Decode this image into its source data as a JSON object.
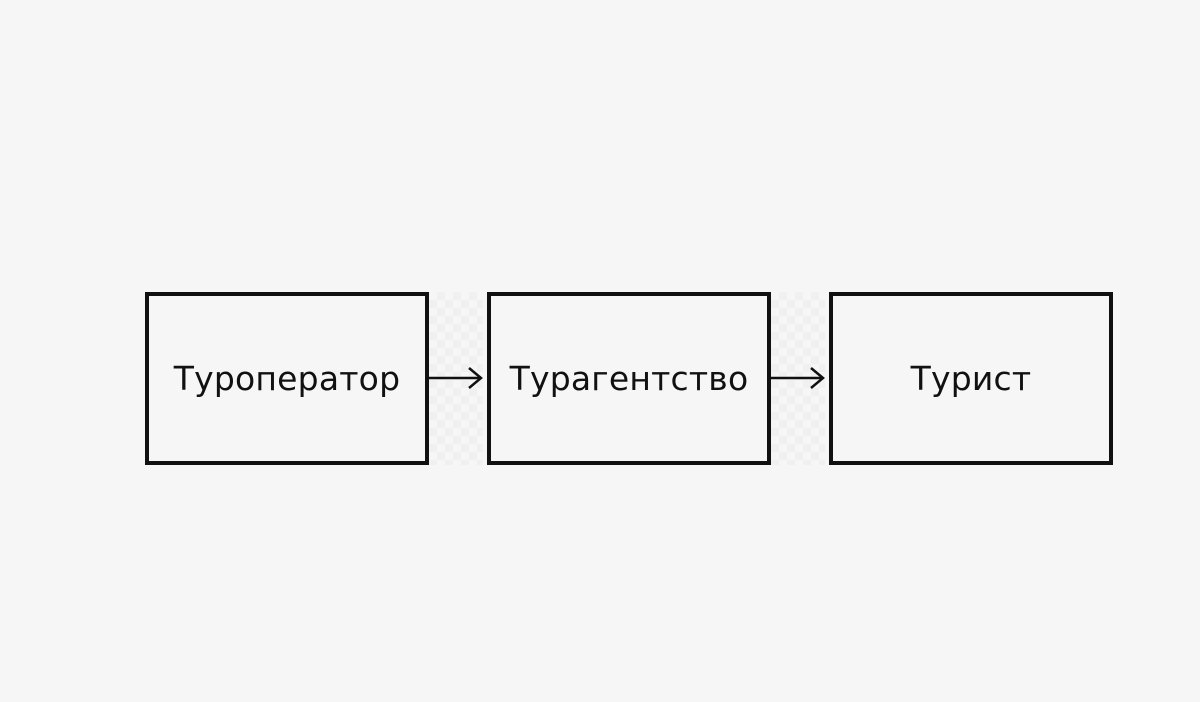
{
  "diagram": {
    "nodes": [
      {
        "id": "node-1",
        "label": "Туроператор"
      },
      {
        "id": "node-2",
        "label": "Турагентство"
      },
      {
        "id": "node-3",
        "label": "Турист"
      }
    ],
    "edges": [
      {
        "from": "node-1",
        "to": "node-2"
      },
      {
        "from": "node-2",
        "to": "node-3"
      }
    ],
    "colors": {
      "background": "#f6f6f6",
      "stroke": "#111111"
    }
  }
}
